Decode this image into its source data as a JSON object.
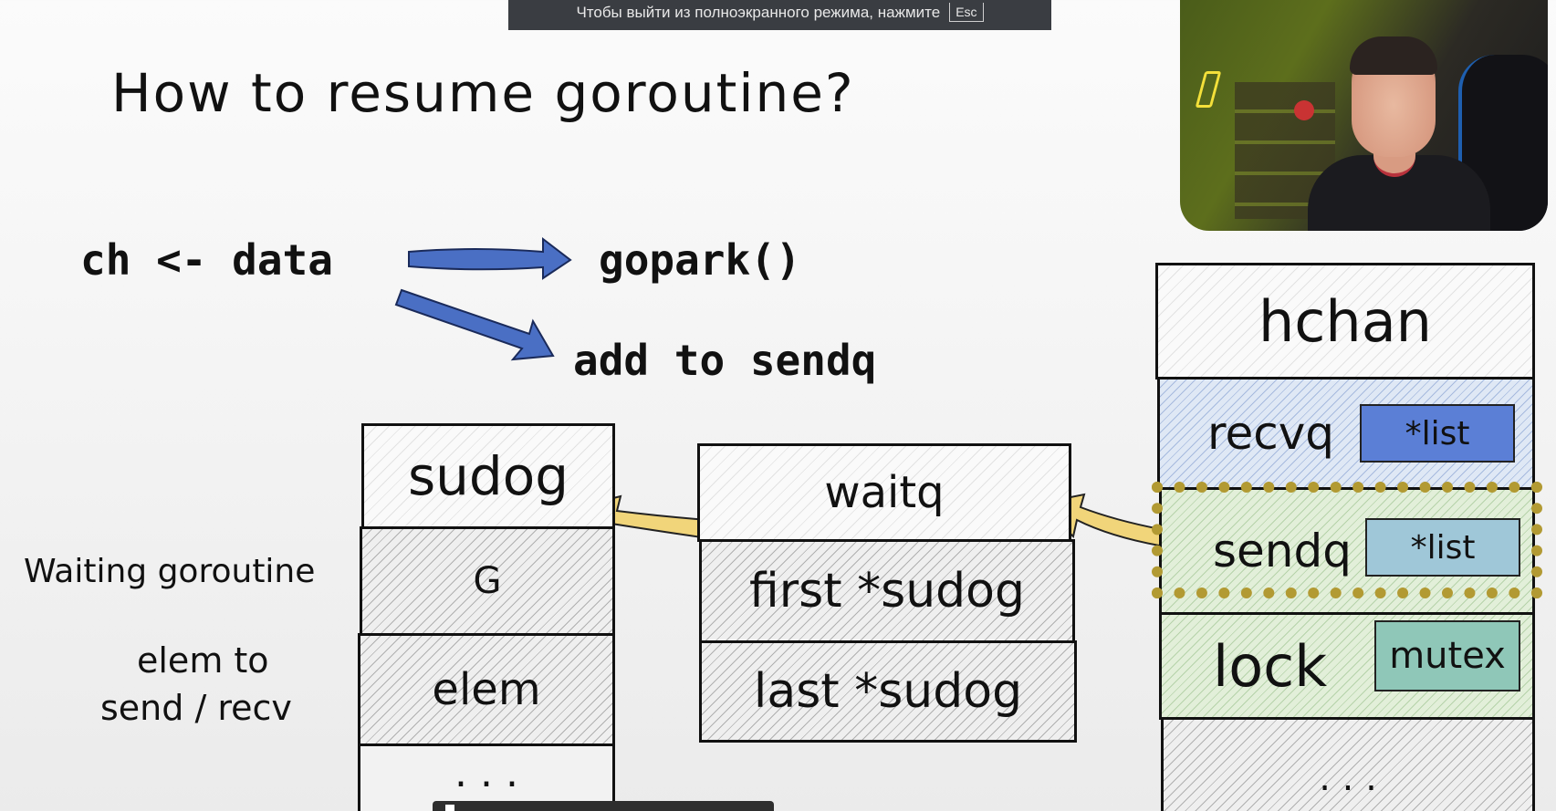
{
  "fullscreen_notice": {
    "text": "Чтобы выйти из полноэкранного режима, нажмите",
    "key": "Esc"
  },
  "slide": {
    "title": "How to resume goroutine?",
    "code_send": "ch <- data",
    "code_gopark": "gopark()",
    "code_sendq": "add to sendq"
  },
  "sudog": {
    "header": "sudog",
    "rows": [
      "G",
      "elem"
    ],
    "ellipsis": ". . ."
  },
  "side_labels": {
    "waiting": "Waiting goroutine",
    "elem_line1": "elem to",
    "elem_line2": "send / recv"
  },
  "waitq": {
    "header": "waitq",
    "rows": [
      "first *sudog",
      "last *sudog"
    ]
  },
  "hchan": {
    "header": "hchan",
    "rows": [
      {
        "name": "recvq",
        "tag": "*list"
      },
      {
        "name": "sendq",
        "tag": "*list"
      },
      {
        "name": "lock",
        "tag": "mutex"
      }
    ],
    "ellipsis": ". . ."
  },
  "colors": {
    "arrow_blue": "#4a6fc4",
    "arrow_yellow": "#f1d57a",
    "dotted_frame": "#b29a33",
    "recvq_tag": "#5b7fd6",
    "sendq_tag": "#9fc7d8",
    "mutex_tag": "#8fc7b8"
  }
}
